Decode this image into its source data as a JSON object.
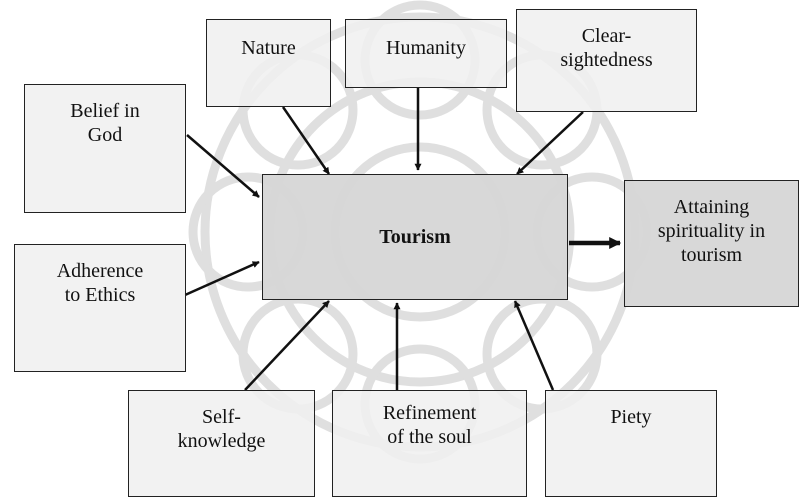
{
  "diagram": {
    "center": {
      "label": "Tourism"
    },
    "outcome": {
      "label_lines": [
        "Attaining",
        "spirituality in",
        "tourism"
      ]
    },
    "factors": [
      {
        "key": "belief",
        "label_lines": [
          "Belief in",
          "God"
        ]
      },
      {
        "key": "nature",
        "label_lines": [
          "Nature"
        ]
      },
      {
        "key": "humanity",
        "label_lines": [
          "Humanity"
        ]
      },
      {
        "key": "clear",
        "label_lines": [
          "Clear-",
          "sightedness"
        ]
      },
      {
        "key": "ethics",
        "label_lines": [
          "Adherence",
          "to Ethics"
        ]
      },
      {
        "key": "self",
        "label_lines": [
          "Self-",
          "knowledge"
        ]
      },
      {
        "key": "refine",
        "label_lines": [
          "Refinement",
          "of the soul"
        ]
      },
      {
        "key": "piety",
        "label_lines": [
          "Piety"
        ]
      }
    ],
    "colors": {
      "box_fill": "#f0f0f0",
      "center_fill": "#d6d6d6",
      "border": "#222222",
      "arrow": "#111111",
      "watermark": "#c8c8c8"
    }
  }
}
